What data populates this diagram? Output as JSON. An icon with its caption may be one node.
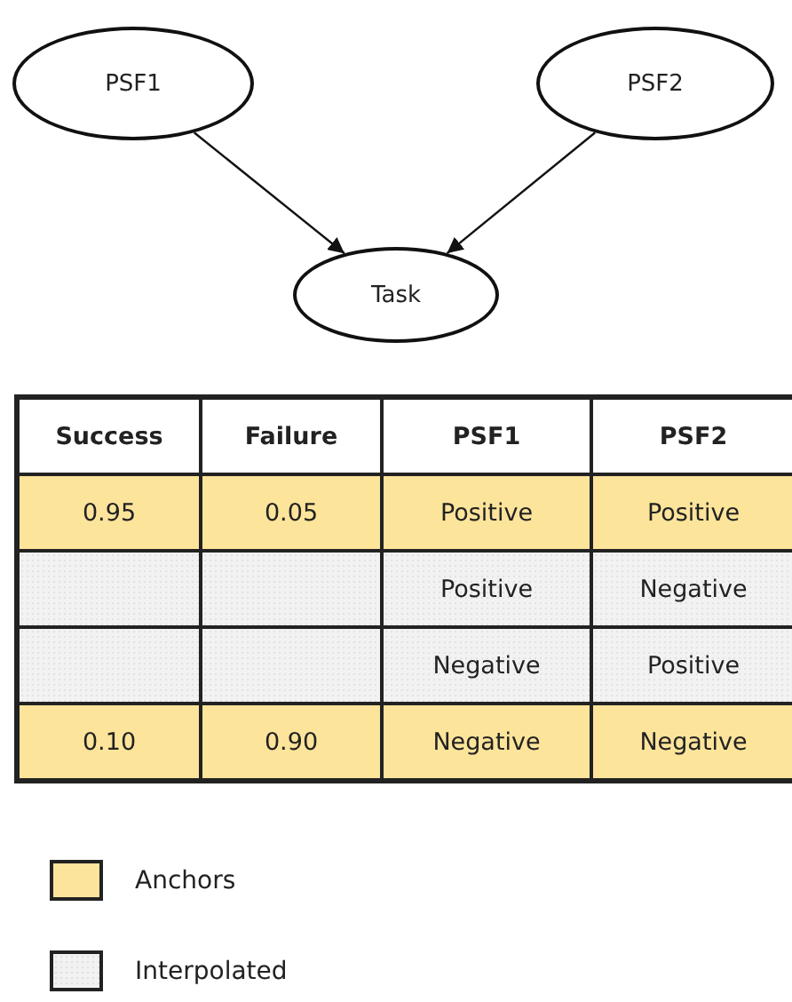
{
  "diagram": {
    "nodes": [
      {
        "text": [
          "PSF1"
        ]
      },
      {
        "text": [
          "PSF2"
        ]
      },
      {
        "text": [
          "Task"
        ]
      }
    ],
    "edges": [
      {
        "from": 0,
        "to": 2,
        "arrow": "to"
      },
      {
        "from": 1,
        "to": 2,
        "arrow": "to"
      }
    ],
    "labels": [
      "Success",
      "Failure",
      "PSF1",
      "PSF2",
      "0.95",
      "0.05",
      "Positive",
      "Positive",
      "Positive",
      "Negative",
      "Negative",
      "Positive",
      "0.10",
      "0.90",
      "Negative",
      "Negative"
    ],
    "legend": [
      {
        "text": "Anchors",
        "color": "#fde49b"
      },
      {
        "text": "Interpolated",
        "color": "#f2f2f2"
      }
    ]
  }
}
